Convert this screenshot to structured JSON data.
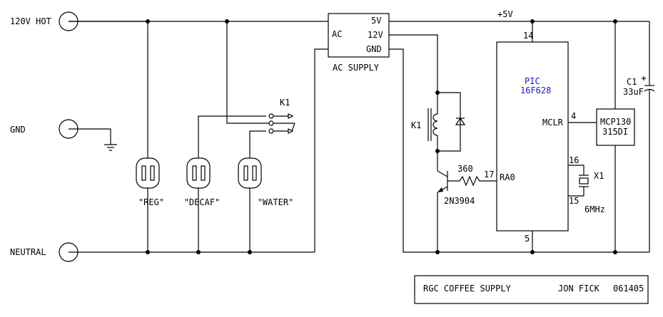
{
  "terminals": {
    "hot": "120V HOT",
    "gnd": "GND",
    "neutral": "NEUTRAL"
  },
  "ac_supply": {
    "caption": "AC SUPPLY",
    "in_pin": "AC",
    "pin_5v": "5V",
    "pin_12v": "12V",
    "pin_gnd": "GND"
  },
  "rail": {
    "plus5": "+5V"
  },
  "outlets": {
    "reg": "\"REG\"",
    "decaf": "\"DECAF\"",
    "water": "\"WATER\""
  },
  "relay": {
    "switch_label": "K1",
    "coil_label": "K1"
  },
  "transistor": {
    "resistor_value": "360",
    "part": "2N3904"
  },
  "pic": {
    "name": "PIC",
    "part": "16F628",
    "pin_14": "14",
    "pin_5": "5",
    "pin_17": "17",
    "pin_4": "4",
    "pin_16": "16",
    "pin_15": "15",
    "mclr": "MCLR",
    "ra0": "RA0"
  },
  "crystal": {
    "ref": "X1",
    "freq": "6MHz"
  },
  "capacitor": {
    "ref": "C1",
    "value": "33uF"
  },
  "supervisor": {
    "line1": "MCP130",
    "line2": "315DI"
  },
  "title_block": {
    "title": "RGC COFFEE SUPPLY",
    "author": "JON FICK",
    "date": "061405"
  }
}
